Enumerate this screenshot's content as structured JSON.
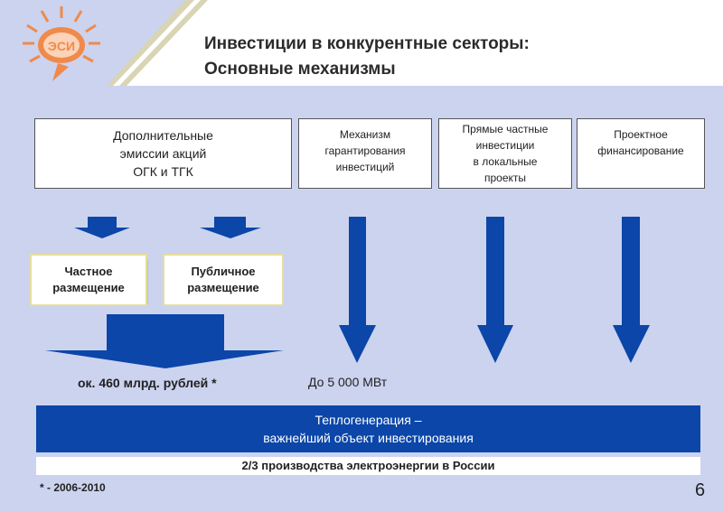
{
  "title": {
    "line1": "Инвестиции в конкурентные секторы:",
    "line2": "Основные механизмы"
  },
  "logo": {
    "text": "ЭСИ",
    "name": "company-logo"
  },
  "mechanisms": [
    {
      "label": "Дополнительные\nэмиссии акций\nОГК и ТГК"
    },
    {
      "label": "Механизм\nгарантирования\nинвестиций"
    },
    {
      "label": "Прямые частные\nинвестиции\nв локальные\nпроекты"
    },
    {
      "label": "Проектное\nфинансирование"
    }
  ],
  "placements": {
    "private": "Частное\nразмещение",
    "public": "Публичное\nразмещение"
  },
  "results": {
    "amount": "ок. 460 млрд. рублей *",
    "capacity": "До 5 000 МВт"
  },
  "band": {
    "text": "Теплогенерация –\nважнейший объект инвестирования"
  },
  "band2": {
    "text": "2/3 производства электроэнергии в России"
  },
  "footnote": "* - 2006-2010",
  "page_number": "6",
  "colors": {
    "background": "#ccd3ef",
    "arrow_blue": "#0b46a8",
    "band_blue": "#0b46a8",
    "logo_orange": "#f08a4b"
  }
}
